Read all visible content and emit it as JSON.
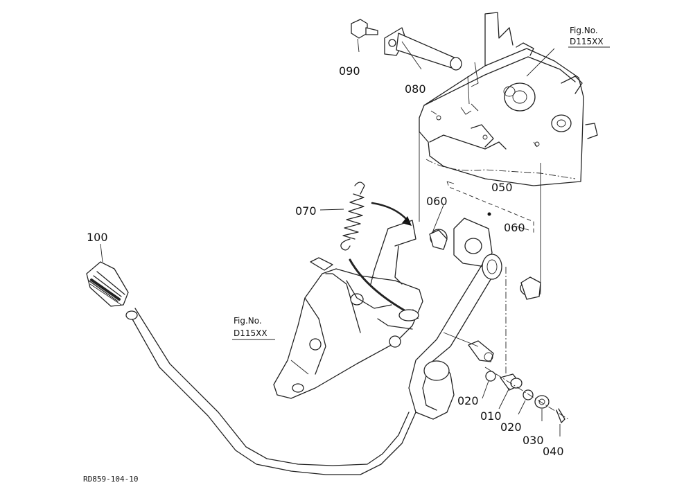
{
  "figure_ref_top": {
    "line1": "Fig.No.",
    "line2": "D115XX"
  },
  "figure_ref_left": {
    "line1": "Fig.No.",
    "line2": "D115XX"
  },
  "parts": {
    "p090": "090",
    "p080": "080",
    "p070": "070",
    "p060a": "060",
    "p050": "050",
    "p060b": "060",
    "p100": "100",
    "p020a": "020",
    "p010": "010",
    "p020b": "020",
    "p030": "030",
    "p040": "040"
  },
  "drawing_code": "RD859-104-10"
}
